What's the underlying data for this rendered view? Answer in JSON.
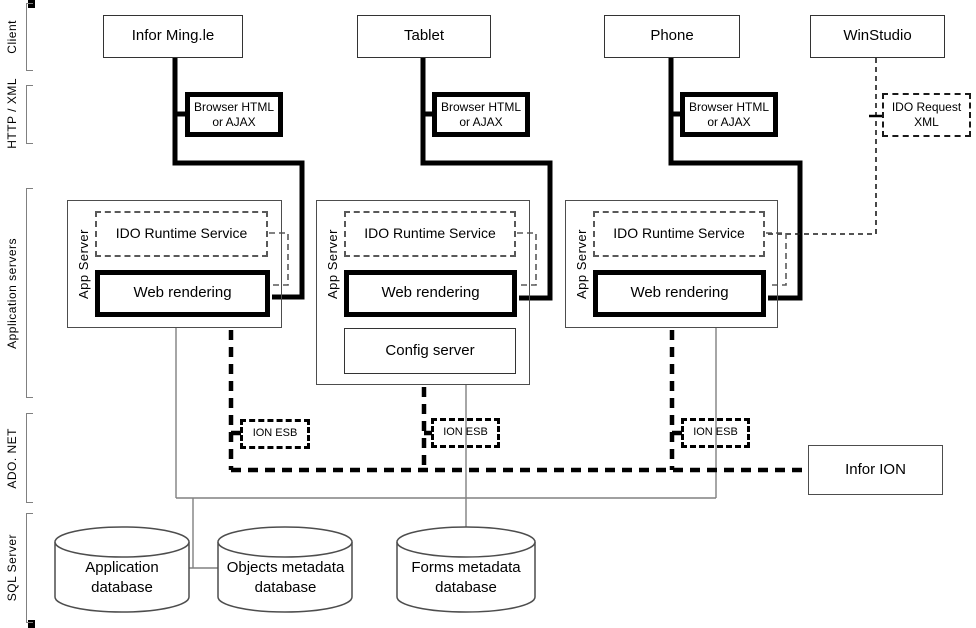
{
  "sections": [
    {
      "label": "Client"
    },
    {
      "label": "HTTP / XML"
    },
    {
      "label": "Application servers"
    },
    {
      "label": "ADO. NET"
    },
    {
      "label": "SQL Server"
    }
  ],
  "clients": [
    {
      "label": "Infor Ming.le"
    },
    {
      "label": "Tablet"
    },
    {
      "label": "Phone"
    },
    {
      "label": "WinStudio"
    }
  ],
  "browser_box": {
    "line1": "Browser HTML",
    "line2": "or AJAX"
  },
  "ido_request": {
    "line1": "IDO Request",
    "line2": "XML"
  },
  "app_server": {
    "side_label": "App Server",
    "runtime_label": "IDO Runtime Service",
    "web_label": "Web rendering",
    "config_label": "Config server"
  },
  "ado": {
    "esb_label": "ION ESB",
    "ion_label": "Infor ION"
  },
  "databases": [
    {
      "line1": "Application",
      "line2": "database"
    },
    {
      "line1": "Objects metadata",
      "line2": "database"
    },
    {
      "line1": "Forms metadata",
      "line2": "database"
    }
  ],
  "colors": {
    "thin_line": "#808080",
    "black_line": "#000000",
    "dashed_gray": "#595959"
  }
}
